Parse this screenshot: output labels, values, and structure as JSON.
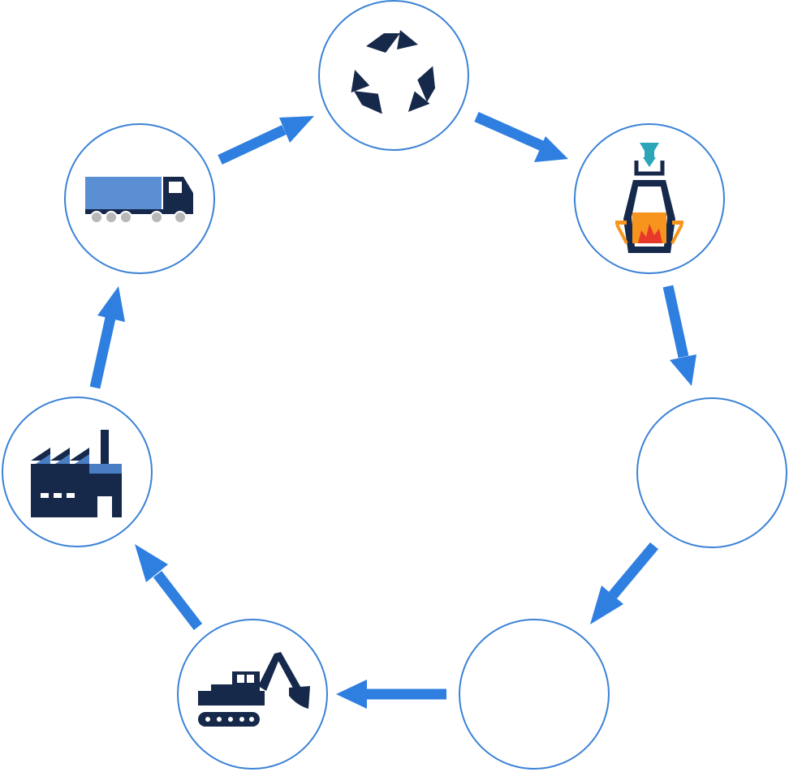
{
  "diagram": {
    "type": "cycle",
    "direction": "clockwise",
    "nodes": [
      {
        "id": "recycle",
        "icon": "recycle-icon"
      },
      {
        "id": "furnace",
        "icon": "furnace-icon"
      },
      {
        "id": "empty-1",
        "icon": ""
      },
      {
        "id": "empty-2",
        "icon": ""
      },
      {
        "id": "mining",
        "icon": "excavator-icon"
      },
      {
        "id": "manufacturing",
        "icon": "factory-icon"
      },
      {
        "id": "transport",
        "icon": "truck-icon"
      }
    ],
    "edges": [
      {
        "from": "recycle",
        "to": "furnace"
      },
      {
        "from": "furnace",
        "to": "empty-1"
      },
      {
        "from": "empty-1",
        "to": "empty-2"
      },
      {
        "from": "empty-2",
        "to": "mining"
      },
      {
        "from": "mining",
        "to": "manufacturing"
      },
      {
        "from": "manufacturing",
        "to": "transport"
      },
      {
        "from": "transport",
        "to": "recycle"
      }
    ]
  },
  "colors": {
    "ring": "#3b82d6",
    "arrow": "#2f7fe0",
    "icon_dark": "#17294b",
    "icon_blue": "#4a7ec4",
    "flame_orange": "#f7941d",
    "flame_red": "#e8382a",
    "accent_teal": "#2ba6b8"
  }
}
